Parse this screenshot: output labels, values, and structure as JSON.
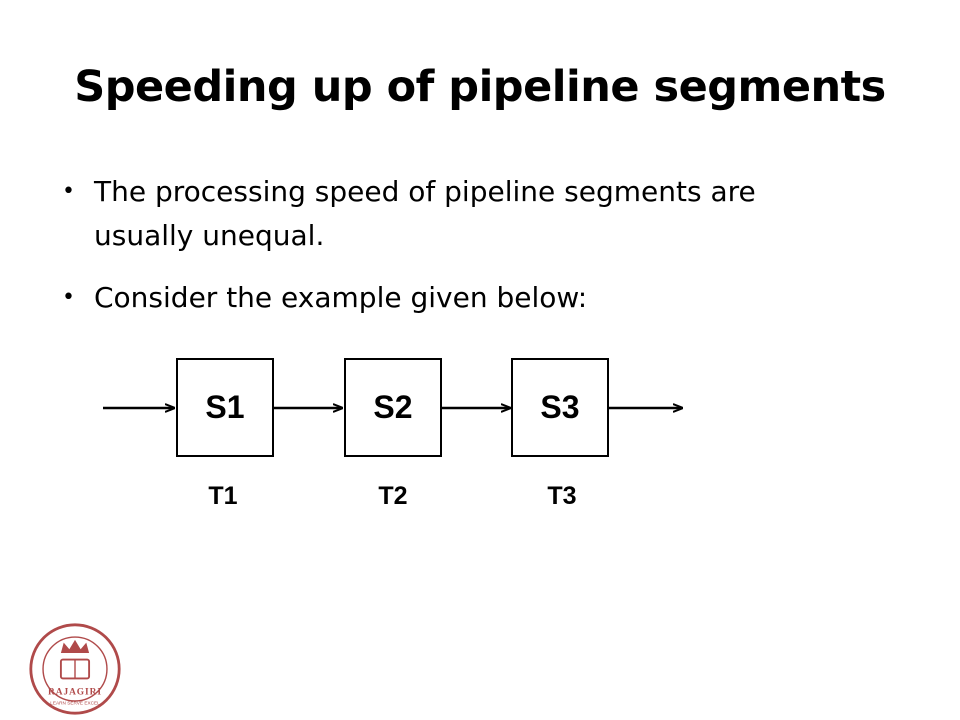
{
  "slide": {
    "title": "Speeding up of pipeline segments",
    "bullets": [
      {
        "line1": "The processing speed of pipeline segments are",
        "line2": "usually unequal."
      },
      {
        "line1": "Consider the example given below:"
      }
    ]
  },
  "diagram": {
    "segments": [
      {
        "label": "S1",
        "time": "T1"
      },
      {
        "label": "S2",
        "time": "T2"
      },
      {
        "label": "S3",
        "time": "T3"
      }
    ]
  },
  "logo": {
    "text": "RAJAGIRI",
    "motto": "LEARN SERVE EXCEL"
  },
  "colors": {
    "logo": "#b04a4a",
    "stroke": "#000000"
  }
}
